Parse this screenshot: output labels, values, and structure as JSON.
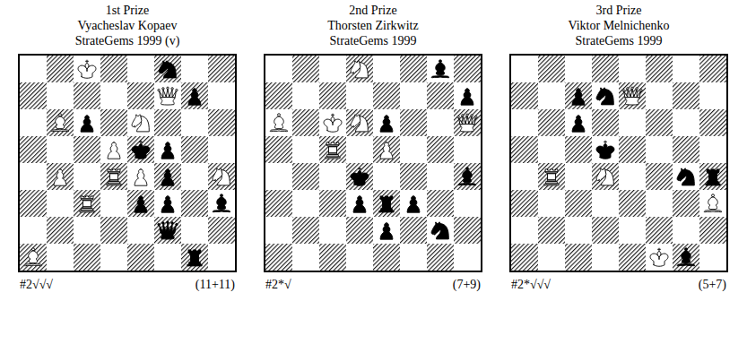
{
  "diagram": {
    "labels": [
      "1st Prize",
      "Vyacheslav Kopaev",
      "StrateGems 1999 (v)",
      "#2√√√",
      "(11+11)",
      "2nd Prize",
      "Thorsten Zirkwitz",
      "StrateGems 1999",
      "#2*√",
      "(7+9)",
      "3rd Prize",
      "Viktor Melnichenko",
      "StrateGems 1999",
      "#2*√√√",
      "(5+7)"
    ]
  }
}
